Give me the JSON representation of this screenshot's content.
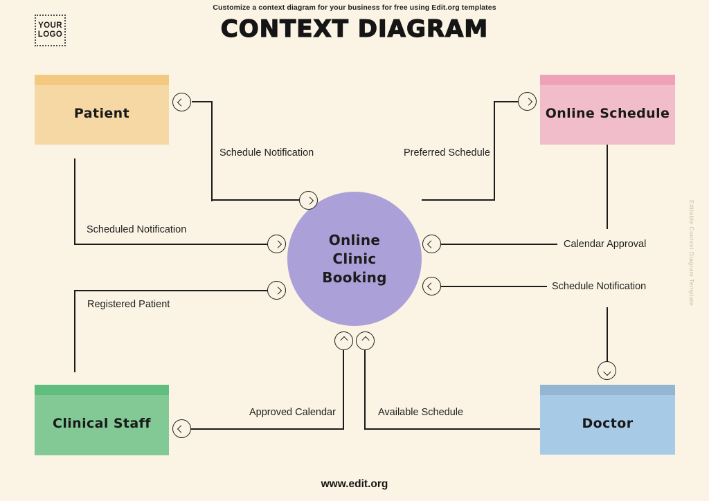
{
  "page": {
    "background": "#FBF4E4",
    "ink": "#1B1B1B"
  },
  "header": {
    "tagline": "Customize a context diagram for your business for free using Edit.org templates",
    "title": "CONTEXT DIAGRAM",
    "logo": {
      "line1": "YOUR",
      "line2": "LOGO"
    }
  },
  "center": {
    "label": "Online Clinic Booking",
    "color": "#ABA0D8"
  },
  "entities": {
    "patient": {
      "label": "Patient",
      "body": "#F6D8A4",
      "header": "#F3C981"
    },
    "online_schedule": {
      "label": "Online Schedule",
      "body": "#F2BDCA",
      "header": "#EFA2B7"
    },
    "clinical_staff": {
      "label": "Clinical Staff",
      "body": "#83C995",
      "header": "#5FBE7D"
    },
    "doctor": {
      "label": "Doctor",
      "body": "#A7CAE7",
      "header": "#93B7D2"
    }
  },
  "flows": {
    "schedule_notification_top": "Schedule Notification",
    "preferred_schedule": "Preferred Schedule",
    "scheduled_notification": "Scheduled Notification",
    "calendar_approval": "Calendar Approval",
    "registered_patient": "Registered Patient",
    "schedule_notification_right": "Schedule Notification",
    "approved_calendar": "Approved Calendar",
    "available_schedule": "Available Schedule"
  },
  "footer": {
    "site": "www.edit.org"
  },
  "watermark": "Editable Context Diagram Template"
}
